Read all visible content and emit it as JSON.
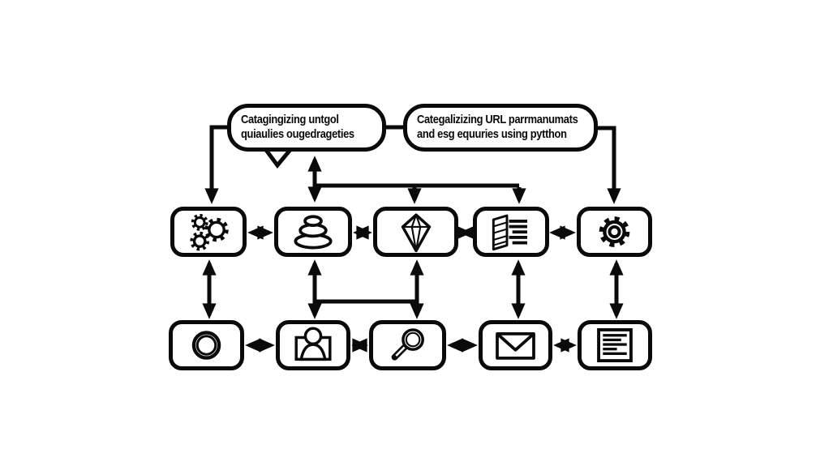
{
  "colors": {
    "ink": "#0a0a0a",
    "paper": "#ffffff"
  },
  "callouts": {
    "left": {
      "line1": "Catagingizing untgol",
      "line2": "quiaulies ougedrageties"
    },
    "right": {
      "line1": "Categalizizing URL parrmanumats",
      "line2": "and esg equuries using pytthon"
    }
  },
  "nodes": {
    "row1": [
      {
        "id": "gears-cluster",
        "icon": "gears-cluster-icon"
      },
      {
        "id": "stones-stack",
        "icon": "stones-stack-icon"
      },
      {
        "id": "diamond",
        "icon": "diamond-icon"
      },
      {
        "id": "fanned-pages",
        "icon": "fanned-pages-icon"
      },
      {
        "id": "gear",
        "icon": "gear-icon"
      }
    ],
    "row2": [
      {
        "id": "ring",
        "icon": "ring-icon"
      },
      {
        "id": "user",
        "icon": "user-icon"
      },
      {
        "id": "search",
        "icon": "search-icon"
      },
      {
        "id": "mail",
        "icon": "mail-icon"
      },
      {
        "id": "document",
        "icon": "document-lines-icon"
      }
    ]
  }
}
